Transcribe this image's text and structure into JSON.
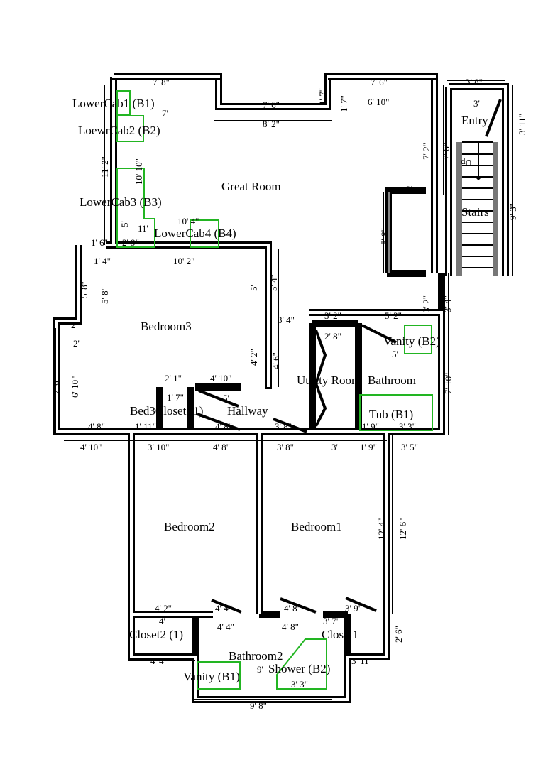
{
  "rooms": {
    "great_room": "Great Room",
    "entry": "Entry",
    "stairs": "Stairs",
    "stairs_up": "Up",
    "bedroom3": "Bedroom3",
    "bed3_closet": "Bed3Closet (1)",
    "hallway": "Hallway",
    "utility_room": "Utility Room",
    "bathroom": "Bathroom",
    "bedroom2": "Bedroom2",
    "bedroom1": "Bedroom1",
    "closet2": "Closet2  (1)",
    "closet1": "Closet1",
    "bathroom2": "Bathroom2"
  },
  "fixtures": {
    "lowercab1": "LowerCab1 (B1)",
    "lowercab2": "LoewrCab2 (B2)",
    "lowercab3": "LowerCab3 (B3)",
    "lowercab4": "LowerCab4 (B4)",
    "vanity_b2": "Vanity (B2)",
    "tub_b1": "Tub (B1)",
    "vanity_b1": "Vanity (B1)",
    "shower_b2": "Shower (B2)"
  },
  "colors": {
    "walls": "#000000",
    "fixtures": "#22b522"
  },
  "dimensions": [
    "7' 8\"",
    "7' 6\"",
    "7' 6\"",
    "3' 8\"",
    "7'",
    "8' 2\"",
    "1' 7\"",
    "1' 7\"",
    "6' 10\"",
    "3'",
    "3' 11\"",
    "11' 2\"",
    "10' 10\"",
    "5'",
    "10' 4\"",
    "11'",
    "1' 6\"",
    "2' 9\"",
    "7' 2\"",
    "7' 6\"",
    "3'",
    "5' 8\"",
    "9' 3\"",
    "1' 4\"",
    "10' 2\"",
    "5' 8\"",
    "5' 8\"",
    "5' 4\"",
    "5'",
    "3' 4\"",
    "2'",
    "2'",
    "7' 6\"",
    "6' 10\"",
    "4' 2\"",
    "4' 6\"",
    "2' 1\"",
    "4' 10\"",
    "1' 7\"",
    "5'",
    "4' 8\"",
    "1' 11\"",
    "4' 8\"",
    "3' 8\"",
    "3' 2\"",
    "5' 2\"",
    "3' 2\"",
    "3' 4\"",
    "2' 8\"",
    "5'",
    "7' 10\"",
    "1' 9\"",
    "3' 3\"",
    "4' 10\"",
    "3' 10\"",
    "4' 8\"",
    "3' 8\"",
    "3'",
    "1' 9\"",
    "3' 5\"",
    "12' 4\"",
    "12' 6\"",
    "4' 2\"",
    "4' 4\"",
    "4' 8\"",
    "3' 9\"",
    "4'",
    "4' 4\"",
    "4' 8\"",
    "3' 7\"",
    "2' 6\"",
    "4' 4\"",
    "3' 11\"",
    "9'",
    "3' 3\"",
    "9' 8\""
  ]
}
